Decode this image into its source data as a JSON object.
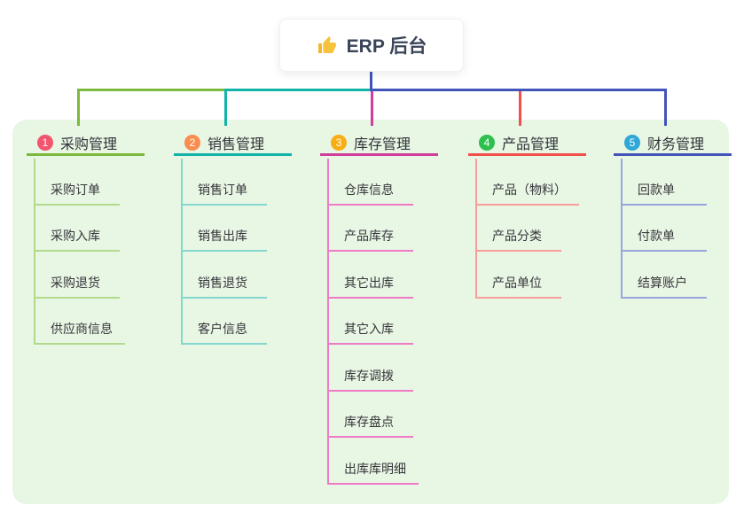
{
  "root": {
    "label": "ERP 后台",
    "icon": "thumbs-up"
  },
  "colors": {
    "panel_background": "#e8f6e4",
    "root_connector": "#4254ba"
  },
  "branches": [
    {
      "index": "1",
      "label": "采购管理",
      "badge_color": "#f2566e",
      "line_color": "#7cb93e",
      "child_line_color": "#b3da8c",
      "children": [
        "采购订单",
        "采购入库",
        "采购退货",
        "供应商信息"
      ]
    },
    {
      "index": "2",
      "label": "销售管理",
      "badge_color": "#f98c4e",
      "line_color": "#12b3a8",
      "child_line_color": "#84d6cf",
      "children": [
        "销售订单",
        "销售出库",
        "销售退货",
        "客户信息"
      ]
    },
    {
      "index": "3",
      "label": "库存管理",
      "badge_color": "#f9ad15",
      "line_color": "#d03d9d",
      "child_line_color": "#ef7ac5",
      "children": [
        "仓库信息",
        "产品库存",
        "其它出库",
        "其它入库",
        "库存调拨",
        "库存盘点",
        "出库库明细"
      ]
    },
    {
      "index": "4",
      "label": "产品管理",
      "badge_color": "#2dc04e",
      "line_color": "#ef504c",
      "child_line_color": "#f79e9b",
      "children": [
        "产品（物料）",
        "产品分类",
        "产品单位"
      ]
    },
    {
      "index": "5",
      "label": "财务管理",
      "badge_color": "#2fa8d8",
      "line_color": "#4254ba",
      "child_line_color": "#97a6de",
      "children": [
        "回款单",
        "付款单",
        "结算账户"
      ]
    }
  ]
}
